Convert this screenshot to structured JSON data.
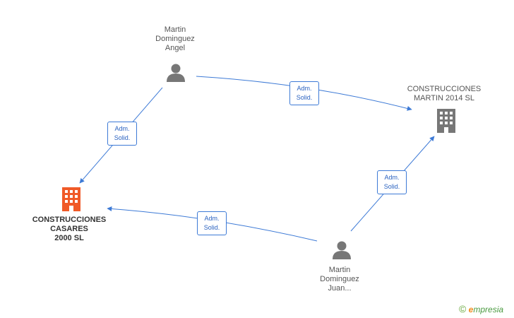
{
  "nodes": {
    "person_angel": {
      "label_lines": [
        "Martin",
        "Dominguez",
        "Angel"
      ]
    },
    "company_martin2014": {
      "label_lines": [
        "CONSTRUCCIONES",
        "MARTIN 2014  SL"
      ]
    },
    "company_casares": {
      "label_lines": [
        "CONSTRUCCIONES",
        "CASARES",
        "2000 SL"
      ]
    },
    "person_juan": {
      "label_lines": [
        "Martin",
        "Dominguez",
        "Juan..."
      ]
    }
  },
  "edges": [
    {
      "from": "person_angel",
      "to": "company_martin2014",
      "label_lines": [
        "Adm.",
        "Solid."
      ]
    },
    {
      "from": "person_angel",
      "to": "company_casares",
      "label_lines": [
        "Adm.",
        "Solid."
      ]
    },
    {
      "from": "person_juan",
      "to": "company_martin2014",
      "label_lines": [
        "Adm.",
        "Solid."
      ]
    },
    {
      "from": "person_juan",
      "to": "company_casares",
      "label_lines": [
        "Adm.",
        "Solid."
      ]
    }
  ],
  "colors": {
    "edge": "#3d7ad6",
    "person_icon": "#777777",
    "company_icon": "#777777",
    "main_company_icon": "#f05a28"
  },
  "icons": {
    "person": "person-icon",
    "company": "building-icon"
  },
  "watermark": {
    "symbol": "©",
    "brand_first": "e",
    "brand_rest": "mpresia"
  }
}
